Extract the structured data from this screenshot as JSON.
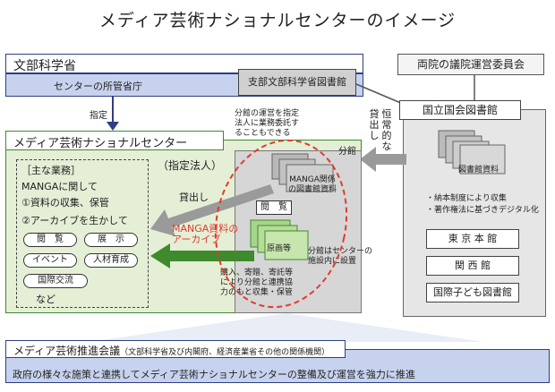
{
  "title": "メディア芸術ナショナルセンターのイメージ",
  "mext": {
    "name": "文部科学省",
    "caption": "センターの所管省庁",
    "library": "支部文部科学省図書館"
  },
  "designation_label": "指定",
  "note_branch_ops": [
    "分館の運営を指定",
    "法人に業務委託す",
    "ることもできる"
  ],
  "committee": "両院の議院運営委員会",
  "ndl": {
    "name": "国立国会図書館",
    "stack_label": "図書館資料",
    "notes": [
      "・納本制度により収集",
      "・著作権法に基づきデジタル化"
    ],
    "branches": [
      "東 京 本 館",
      "関 西 館",
      "国際子ども図書館"
    ]
  },
  "lending_constant": [
    "恒",
    "常",
    "的",
    "な",
    "貸",
    "出",
    "し"
  ],
  "center": {
    "name": "メディア芸術ナショナルセンター",
    "hojin": "（指定法人）",
    "duties": {
      "heading": "［主な業務］",
      "lines": [
        "MANGAに関して",
        "①資料の収集、保管",
        "②アーカイブを生かして"
      ],
      "pills": [
        "閲　覧",
        "展　示",
        "イベント",
        "人材育成",
        "国際交流"
      ],
      "etc": "など"
    },
    "branch": {
      "label": "分館",
      "manga_docs": [
        "MANGA関係",
        "の図書館資料"
      ],
      "kanran": "閲　覧",
      "lending": "貸出し",
      "archive_label": [
        "MANGA資料の",
        "アーカイブ"
      ],
      "originals": "原画等",
      "acquisition": [
        "購入、寄贈、寄託等",
        "により分館と連携協",
        "力のもと収集・保管"
      ],
      "location_note": [
        "分館はセンターの",
        "施設内に設置"
      ]
    }
  },
  "council": {
    "name": "メディア芸術推進会議",
    "members": "（文部科学省及び内閣府、経済産業省その他の関係機関）",
    "description": "政府の様々な施策と連携してメディア芸術ナショナルセンターの整備及び運営を強力に推進"
  },
  "colors": {
    "mext": "#2f3e86",
    "center": "#3e8a2d",
    "archive": "#e23a2f",
    "gray_arrow": "#9a9a9a"
  }
}
